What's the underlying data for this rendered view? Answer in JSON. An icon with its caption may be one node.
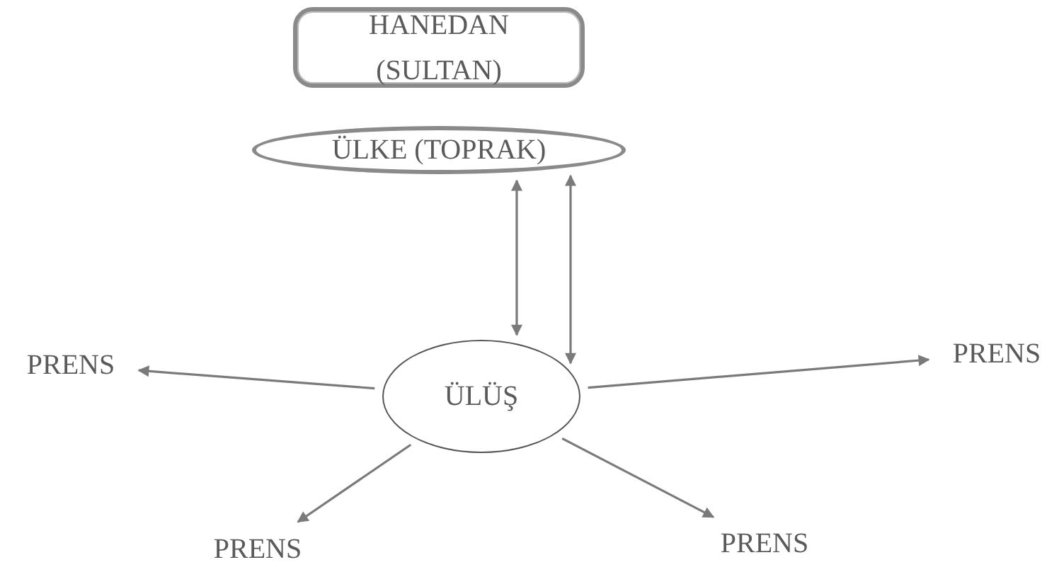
{
  "diagram": {
    "nodes": [
      {
        "text": [
          "HANEDAN",
          "(SULTAN)"
        ]
      },
      {
        "text": [
          "ÜLKE (TOPRAK)"
        ]
      },
      {
        "text": [
          "ÜLÜŞ"
        ]
      },
      {
        "text": [
          "PRENS"
        ]
      },
      {
        "text": [
          "PRENS"
        ]
      },
      {
        "text": [
          "PRENS"
        ]
      },
      {
        "text": [
          "PRENS"
        ]
      }
    ],
    "edges": [
      {
        "from": 1,
        "to": 2,
        "arrow": "both"
      },
      {
        "from": 1,
        "to": 2,
        "arrow": "both"
      },
      {
        "from": 2,
        "to": 3,
        "arrow": "to"
      },
      {
        "from": 2,
        "to": 4,
        "arrow": "to"
      },
      {
        "from": 2,
        "to": 5,
        "arrow": "to"
      },
      {
        "from": 2,
        "to": 6,
        "arrow": "to"
      }
    ]
  }
}
